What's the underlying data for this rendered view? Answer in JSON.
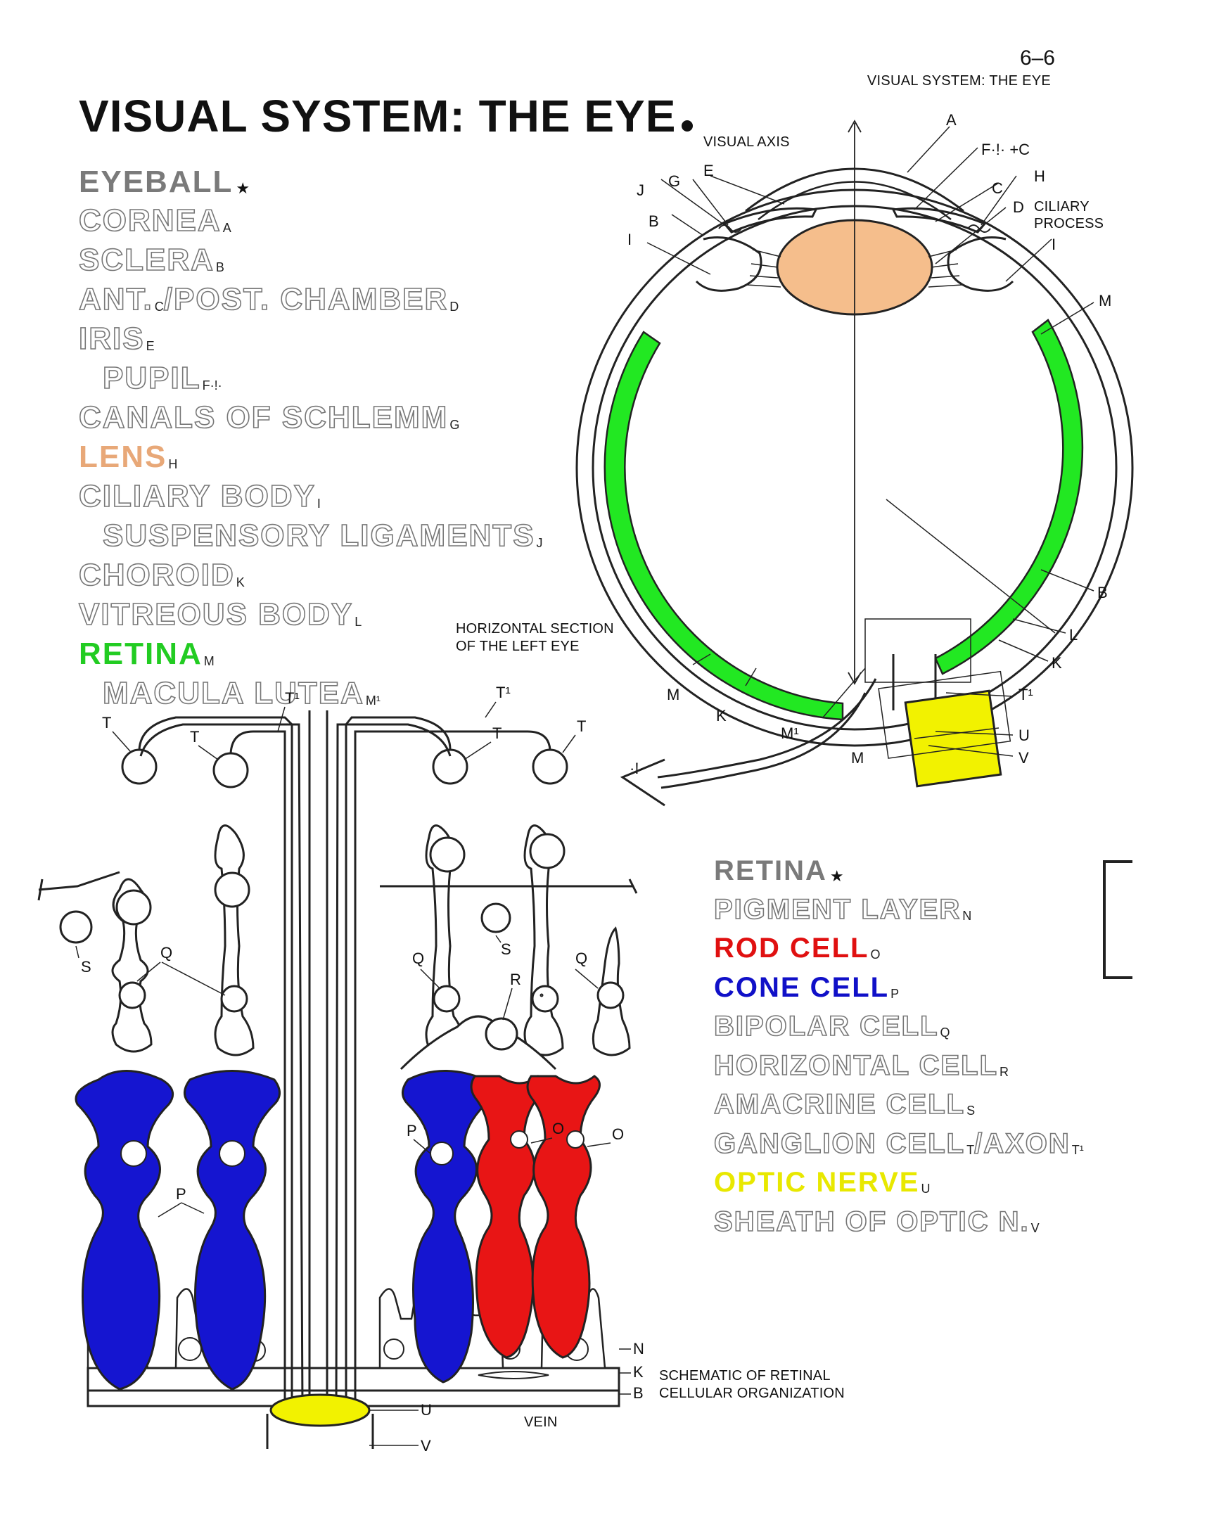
{
  "page_number": "6–6",
  "running_head": "VISUAL SYSTEM: THE EYE",
  "title": "VISUAL SYSTEM: THE EYE",
  "eyeball_legend": [
    {
      "text": "EYEBALL",
      "sub": "",
      "star": "★",
      "style": "solid-gray",
      "indent": false
    },
    {
      "text": "CORNEA",
      "sub": "A",
      "style": "hollow",
      "indent": false
    },
    {
      "text": "SCLERA",
      "sub": "B",
      "style": "hollow",
      "indent": false
    },
    {
      "text": "ANT.",
      "sub": "C",
      "text2": "/POST. CHAMBER",
      "sub2": "D",
      "style": "hollow",
      "indent": false
    },
    {
      "text": "IRIS",
      "sub": "E",
      "style": "hollow",
      "indent": false
    },
    {
      "text": "PUPIL",
      "sub": "F·!·",
      "style": "hollow",
      "indent": true
    },
    {
      "text": "CANALS OF SCHLEMM",
      "sub": "G",
      "style": "hollow",
      "indent": false
    },
    {
      "text": "LENS",
      "sub": "H",
      "style": "color",
      "color": "#E8A878",
      "indent": false
    },
    {
      "text": "CILIARY BODY",
      "sub": "I",
      "style": "hollow",
      "indent": false
    },
    {
      "text": "SUSPENSORY LIGAMENTS",
      "sub": "J",
      "style": "hollow",
      "indent": true
    },
    {
      "text": "CHOROID",
      "sub": "K",
      "style": "hollow",
      "indent": false
    },
    {
      "text": "VITREOUS BODY",
      "sub": "L",
      "style": "hollow",
      "indent": false
    },
    {
      "text": "RETINA",
      "sub": "M",
      "style": "color",
      "color": "#22CC22",
      "indent": false
    },
    {
      "text": "MACULA LUTEA",
      "sub": "M¹",
      "style": "hollow",
      "indent": true
    }
  ],
  "retina_legend": [
    {
      "text": "RETINA",
      "sub": "",
      "star": "★",
      "style": "solid-gray"
    },
    {
      "text": "PIGMENT LAYER",
      "sub": "N",
      "style": "hollow"
    },
    {
      "text": "ROD CELL",
      "sub": "O",
      "style": "color",
      "color": "#E01010"
    },
    {
      "text": "CONE CELL",
      "sub": "P",
      "style": "color",
      "color": "#1010C8"
    },
    {
      "text": "BIPOLAR CELL",
      "sub": "Q",
      "style": "hollow"
    },
    {
      "text": "HORIZONTAL CELL",
      "sub": "R",
      "style": "hollow"
    },
    {
      "text": "AMACRINE CELL",
      "sub": "S",
      "style": "hollow"
    },
    {
      "text": "GANGLION CELL",
      "sub": "T",
      "text2": "/AXON",
      "sub2": "T¹",
      "style": "hollow"
    },
    {
      "text": "OPTIC NERVE",
      "sub": "U",
      "style": "color",
      "color": "#E8E800"
    },
    {
      "text": "SHEATH OF OPTIC N.",
      "sub": "V",
      "style": "hollow"
    }
  ],
  "eye_diagram": {
    "visual_axis": "VISUAL AXIS",
    "ciliary_process": [
      "CILIARY",
      "PROCESS"
    ],
    "section_caption": [
      "HORIZONTAL SECTION",
      "OF THE LEFT EYE"
    ],
    "letters": {
      "A": "A",
      "F_C": "F·!·  +C",
      "E": "E",
      "G": "G",
      "J": "J",
      "C": "C",
      "H": "H",
      "D": "D",
      "B": "B",
      "I": "I",
      "I2": "I",
      "M": "M",
      "B2": "B",
      "L": "L",
      "K": "K",
      "T1": "T¹",
      "U": "U",
      "V": "V",
      "M_low": "M",
      "M1": "M¹",
      "M2": "M",
      "K2": "K"
    },
    "arrow_mark": "·!·"
  },
  "retina_diagram": {
    "letters": {
      "T1a": "T¹",
      "T1b": "T¹",
      "Ta": "T",
      "Tb": "T",
      "Tc": "T",
      "Td": "T",
      "Sa": "S",
      "Sb": "S",
      "Qa": "Q",
      "Qb": "Q",
      "Qc": "Q",
      "R": "R",
      "Pa": "P",
      "Pb": "P",
      "Oa": "O",
      "Ob": "O",
      "N": "N",
      "K": "K",
      "B": "B",
      "U": "U",
      "V": "V"
    },
    "vein": "VEIN",
    "schematic_caption": [
      "SCHEMATIC OF RETINAL",
      "CELLULAR ORGANIZATION"
    ]
  },
  "colors": {
    "lens": "#F5BE8C",
    "retina": "#22E822",
    "optic_nerve": "#F2F200",
    "cone": "#1515D0",
    "rod": "#E81515"
  }
}
